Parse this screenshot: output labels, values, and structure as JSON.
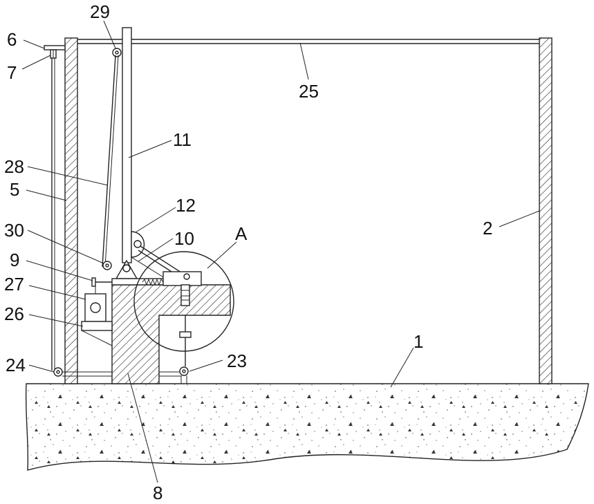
{
  "drawing": {
    "labels": {
      "l1": "1",
      "l2": "2",
      "l5": "5",
      "l6": "6",
      "l7": "7",
      "l8": "8",
      "l9": "9",
      "l10": "10",
      "l11": "11",
      "l12": "12",
      "l23": "23",
      "l24": "24",
      "l25": "25",
      "l26": "26",
      "l27": "27",
      "l28": "28",
      "l29": "29",
      "l30": "30",
      "lA": "A"
    }
  }
}
